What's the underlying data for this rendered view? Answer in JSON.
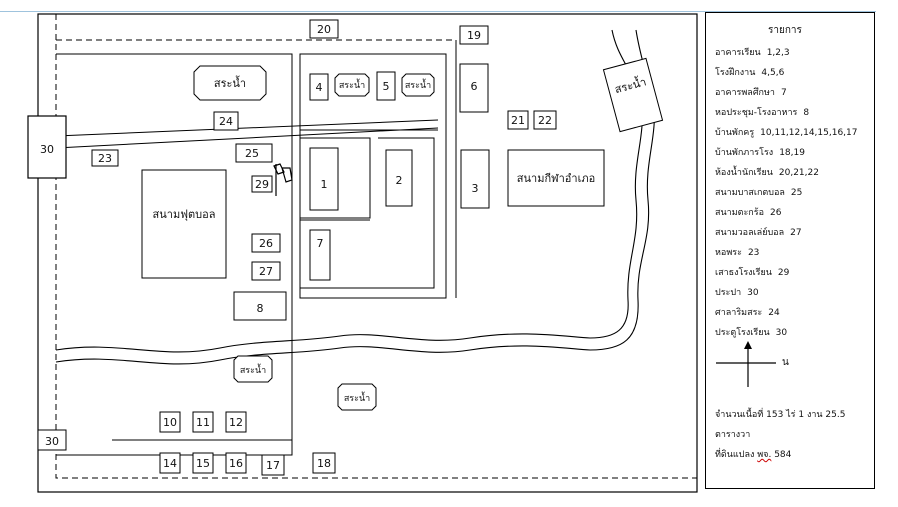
{
  "map": {
    "buildings": [
      "1",
      "2",
      "3",
      "4",
      "5",
      "6",
      "7",
      "8",
      "10",
      "11",
      "12",
      "14",
      "15",
      "16",
      "17",
      "18",
      "19",
      "20",
      "21",
      "22",
      "23",
      "24",
      "25",
      "26",
      "27",
      "29",
      "30",
      "30"
    ],
    "pond_label": "สระน้ำ",
    "football_field": "สนามฟุตบอล",
    "district_field": "สนามกีฬาอำเภอ"
  },
  "legend": {
    "title": "รายการ",
    "rows": [
      {
        "label": "อาคารเรียน",
        "value": "1,2,3"
      },
      {
        "label": "โรงฝึกงาน",
        "value": "4,5,6"
      },
      {
        "label": "อาคารพลศึกษา",
        "value": "7"
      },
      {
        "label": "หอประชุม-โรงอาหาร",
        "value": "8"
      },
      {
        "label": "บ้านพักครู",
        "value": "10,11,12,14,15,16,17"
      },
      {
        "label": "บ้านพักภารโรง",
        "value": "18,19"
      },
      {
        "label": "ห้องน้ำนักเรียน",
        "value": "20,21,22"
      },
      {
        "label": "สนามบาสเกตบอล",
        "value": "25"
      },
      {
        "label": "สนามตะกร้อ",
        "value": "26"
      },
      {
        "label": "สนามวอลเล่ย์บอล",
        "value": "27"
      },
      {
        "label": "หอพระ",
        "value": "23"
      },
      {
        "label": "เสาธงโรงเรียน",
        "value": "29"
      },
      {
        "label": "ประปา",
        "value": "30"
      },
      {
        "label": "ศาลาริมสระ",
        "value": "24"
      },
      {
        "label": "ประตูโรงเรียน",
        "value": "30"
      }
    ],
    "compass_north": "น",
    "area_text": "จำนวนเนื้อที่ 153 ไร่ 1 งาน 25.5",
    "area_unit": "ตารางวา",
    "deed_prefix": "ที่ดินแปลง",
    "deed_code": "พจ.",
    "deed_number": "584"
  }
}
